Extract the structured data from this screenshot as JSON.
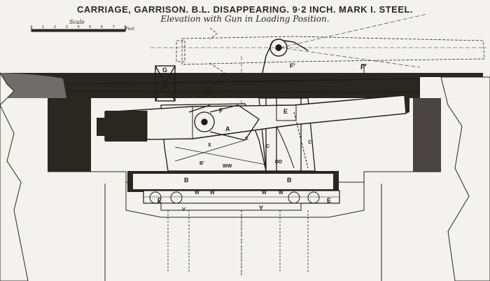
{
  "title": "CARRIAGE, GARRISON. B.L. DISAPPEARING. 9·2 INCH. MARK I. STEEL.",
  "subtitle": "Elevation with Gun in Loading Position.",
  "scale": {
    "label": "Scale",
    "unit": "Feet",
    "ticks": [
      "0",
      "1",
      "2",
      "3",
      "4",
      "5",
      "6",
      "7",
      "8"
    ]
  },
  "labels": {
    "G": "G",
    "C_left": "C",
    "C_right": "C",
    "F": "F",
    "F_prime_1": "F'",
    "F_prime_2": "F'",
    "E_top": "E",
    "A": "A",
    "K": "K",
    "C_small": "C",
    "C_prime": "C'",
    "B_prime": "B'",
    "WW": "WW",
    "DD": "DD",
    "X": "X",
    "B_left": "B",
    "B_right": "B",
    "E_left": "E",
    "E_right": "E",
    "W1": "W",
    "W2": "W",
    "W3": "W",
    "W4": "W",
    "Y": "Y",
    "V": "V"
  },
  "colors": {
    "ink": "#1f1b18",
    "paper": "#f4f2ee",
    "masonry": "#2a2622"
  }
}
